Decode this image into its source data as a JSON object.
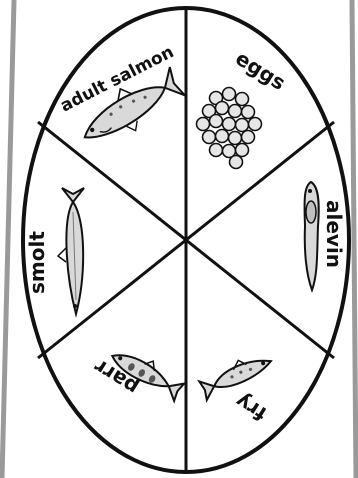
{
  "stages": [
    {
      "id": "eggs",
      "label": "eggs",
      "icon": "fish-eggs-icon"
    },
    {
      "id": "alevin",
      "label": "alevin",
      "icon": "alevin-icon"
    },
    {
      "id": "fry",
      "label": "fry",
      "icon": "fry-fish-icon"
    },
    {
      "id": "parr",
      "label": "parr",
      "icon": "parr-fish-icon"
    },
    {
      "id": "smolt",
      "label": "smolt",
      "icon": "smolt-fish-icon"
    },
    {
      "id": "adult",
      "label": "adult salmon",
      "icon": "adult-salmon-icon"
    }
  ],
  "colors": {
    "ink": "#111111",
    "paper": "#ffffff",
    "outer_shadow": "#9a9a9a",
    "fish_fill": "#d9d9d9"
  }
}
